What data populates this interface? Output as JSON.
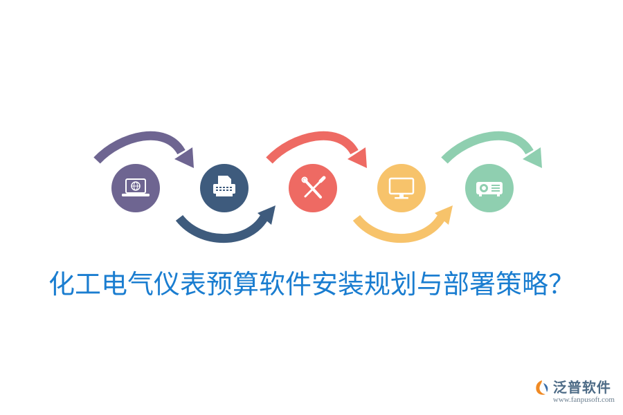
{
  "title": "化工电气仪表预算软件安装规划与部署策略？",
  "steps": [
    {
      "icon": "laptop-globe-icon",
      "color": "#6e6591"
    },
    {
      "icon": "printer-icon",
      "color": "#3e5b7d"
    },
    {
      "icon": "wrench-screwdriver-icon",
      "color": "#ee6a63"
    },
    {
      "icon": "monitor-icon",
      "color": "#f7c36b"
    },
    {
      "icon": "projector-icon",
      "color": "#8fcfb0"
    }
  ],
  "brand": {
    "name": "泛普软件",
    "url": "www.fanpusoft.com",
    "logo_icon": "fanpu-logo-icon"
  }
}
